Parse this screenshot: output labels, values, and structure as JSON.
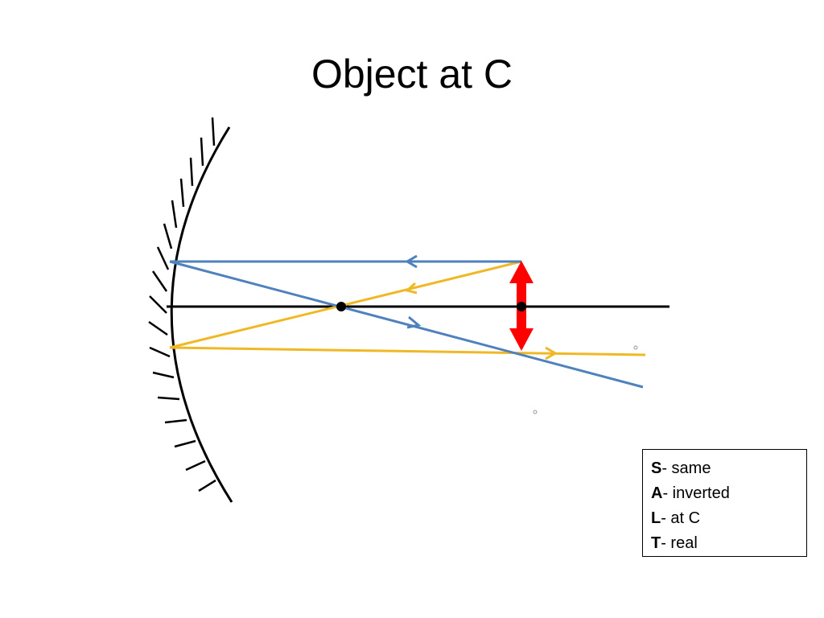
{
  "title": "Object at C",
  "summary": [
    {
      "letter": "S",
      "text": "- same"
    },
    {
      "letter": "A",
      "text": "- inverted"
    },
    {
      "letter": "L",
      "text": "- at C"
    },
    {
      "letter": "T",
      "text": "- real"
    }
  ],
  "colors": {
    "axis": "#000000",
    "mirror": "#000000",
    "ray_blue": "#4f81bd",
    "ray_yellow": "#f0b824",
    "object_arrow": "#ff0000"
  }
}
